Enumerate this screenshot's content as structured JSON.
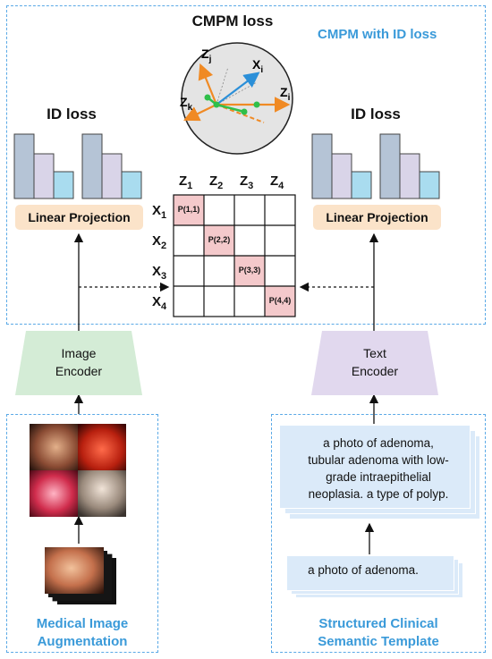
{
  "cmpm": {
    "title": "CMPM loss",
    "box_label": "CMPM with ID loss",
    "vectors": {
      "zj": "Z",
      "zj_sub": "j",
      "xi": "X",
      "xi_sub": "i",
      "zi": "Z",
      "zi_sub": "i",
      "zk": "Z",
      "zk_sub": "k"
    }
  },
  "left": {
    "id_loss": "ID loss",
    "linear_projection": "Linear Projection",
    "encoder_line1": "Image",
    "encoder_line2": "Encoder",
    "bottom_line1": "Medical Image",
    "bottom_line2": "Augmentation"
  },
  "right": {
    "id_loss": "ID loss",
    "linear_projection": "Linear Projection",
    "encoder_line1": "Text",
    "encoder_line2": "Encoder",
    "bottom_line1": "Structured Clinical",
    "bottom_line2": "Semantic Template",
    "card_top_lines": [
      "a photo of adenoma,",
      "tubular adenoma with low-",
      "grade intraepithelial",
      "neoplasia. a type of polyp."
    ],
    "card_bottom": "a photo of adenoma."
  },
  "matrix": {
    "cols": [
      {
        "l": "Z",
        "s": "1"
      },
      {
        "l": "Z",
        "s": "2"
      },
      {
        "l": "Z",
        "s": "3"
      },
      {
        "l": "Z",
        "s": "4"
      }
    ],
    "rows": [
      {
        "l": "X",
        "s": "1"
      },
      {
        "l": "X",
        "s": "2"
      },
      {
        "l": "X",
        "s": "3"
      },
      {
        "l": "X",
        "s": "4"
      }
    ],
    "diag": [
      "P(1,1)",
      "P(2,2)",
      "P(3,3)",
      "P(4,4)"
    ]
  },
  "colors": {
    "dash": "#5aa9e6",
    "bar1": "#b5c4d6",
    "bar2": "#d9d4e8",
    "bar3": "#a9dcef",
    "linear_projection": "#fbe3c9",
    "image_encoder": "#d4ecd6",
    "text_encoder": "#e1d8ee",
    "card": "#dbeaf9",
    "diag_cell": "#f4c9cb",
    "arrow_orange": "#f08a24",
    "arrow_blue": "#2b8fd8",
    "dot_green": "#2fbf4a"
  }
}
